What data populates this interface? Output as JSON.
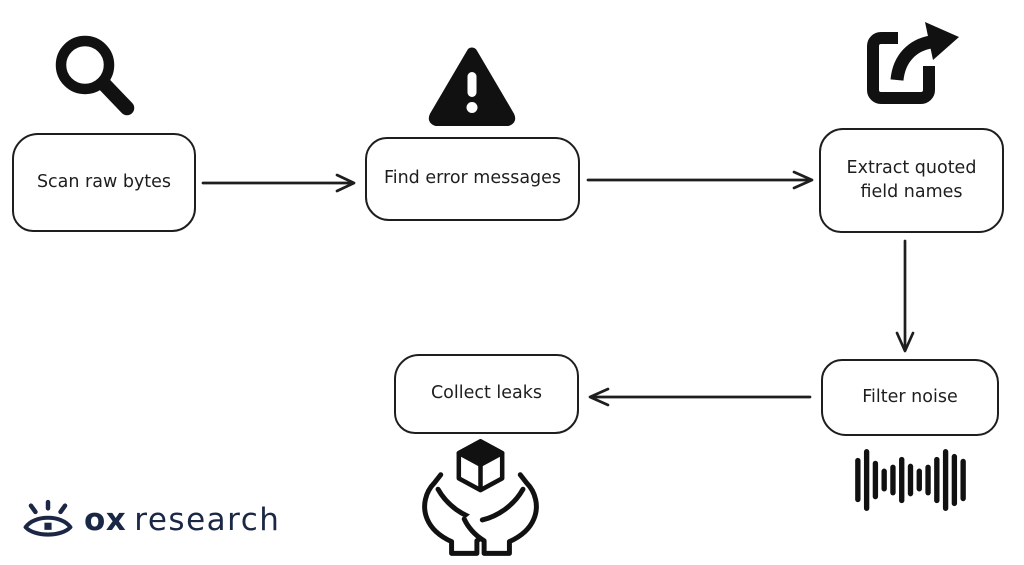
{
  "diagram": {
    "nodes": [
      {
        "label": "Scan raw bytes",
        "icon": "magnifier-icon"
      },
      {
        "label": "Find error messages",
        "icon": "warning-triangle-icon"
      },
      {
        "label": "Extract quoted field names",
        "icon": "share-export-icon"
      },
      {
        "label": "Filter noise",
        "icon": "audio-waveform-icon"
      },
      {
        "label": "Collect leaks",
        "icon": "hands-holding-cube-icon"
      }
    ],
    "edges": [
      {
        "from": "Scan raw bytes",
        "to": "Find error messages"
      },
      {
        "from": "Find error messages",
        "to": "Extract quoted field names"
      },
      {
        "from": "Extract quoted field names",
        "to": "Filter noise"
      },
      {
        "from": "Filter noise",
        "to": "Collect leaks"
      }
    ]
  },
  "logo": {
    "brand_bold": "ox",
    "brand_rest": "research",
    "color": "#1b2845"
  },
  "colors": {
    "ink": "#1e1e1e",
    "background": "#ffffff"
  }
}
